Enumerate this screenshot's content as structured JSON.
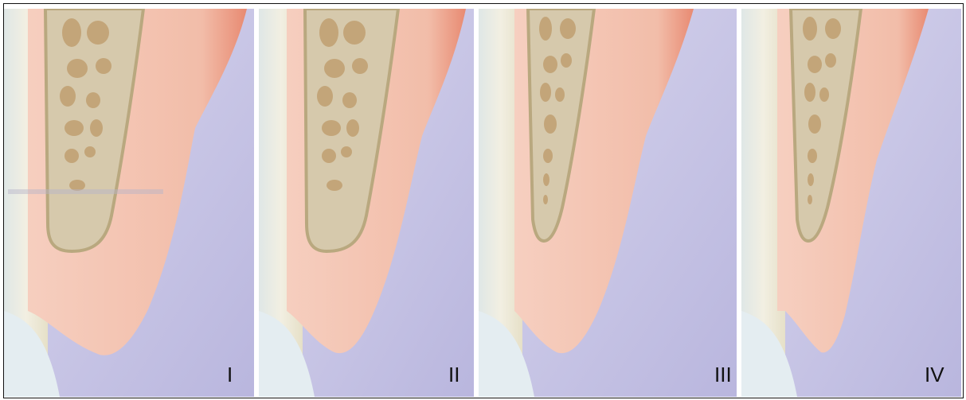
{
  "colors": {
    "background": "#c9c6e6",
    "gingiva": "#f3c1b2",
    "gingiva_edge": "#e98e78",
    "bone": "#d7cbb0",
    "bone_outline": "#b8a67e",
    "bone_marrow": "#c4a77c",
    "tooth": "#eee9d8",
    "tooth_root": "#e2ddc8",
    "enamel": "#d7e6ec"
  },
  "panels": [
    {
      "label": "I"
    },
    {
      "label": "II"
    },
    {
      "label": "III"
    },
    {
      "label": "IV"
    }
  ]
}
